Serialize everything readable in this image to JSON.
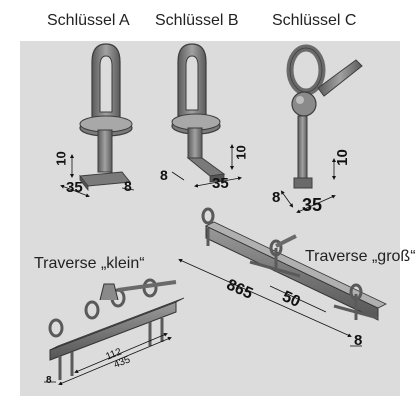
{
  "keys": {
    "a": {
      "title": "Schlüssel A",
      "dim_height": "10",
      "dim_length": "35",
      "dim_width": "8"
    },
    "b": {
      "title": "Schlüssel B",
      "dim_height": "10",
      "dim_length": "35",
      "dim_width": "8"
    },
    "c": {
      "title": "Schlüssel C",
      "dim_height": "10",
      "dim_length": "35",
      "dim_width": "8"
    }
  },
  "traverses": {
    "small": {
      "title": "Traverse „klein“",
      "dim_inner": "112",
      "dim_outer": "435",
      "dim_width": "8"
    },
    "large": {
      "title": "Traverse „groß“",
      "dim_length": "865",
      "dim_offset": "50",
      "dim_width": "8"
    }
  },
  "colors": {
    "panel": "#dcdcdc",
    "metal": "#6e6e6e",
    "metal_light": "#9a9a9a",
    "metal_dark": "#4a4a4a",
    "line": "#111111"
  }
}
